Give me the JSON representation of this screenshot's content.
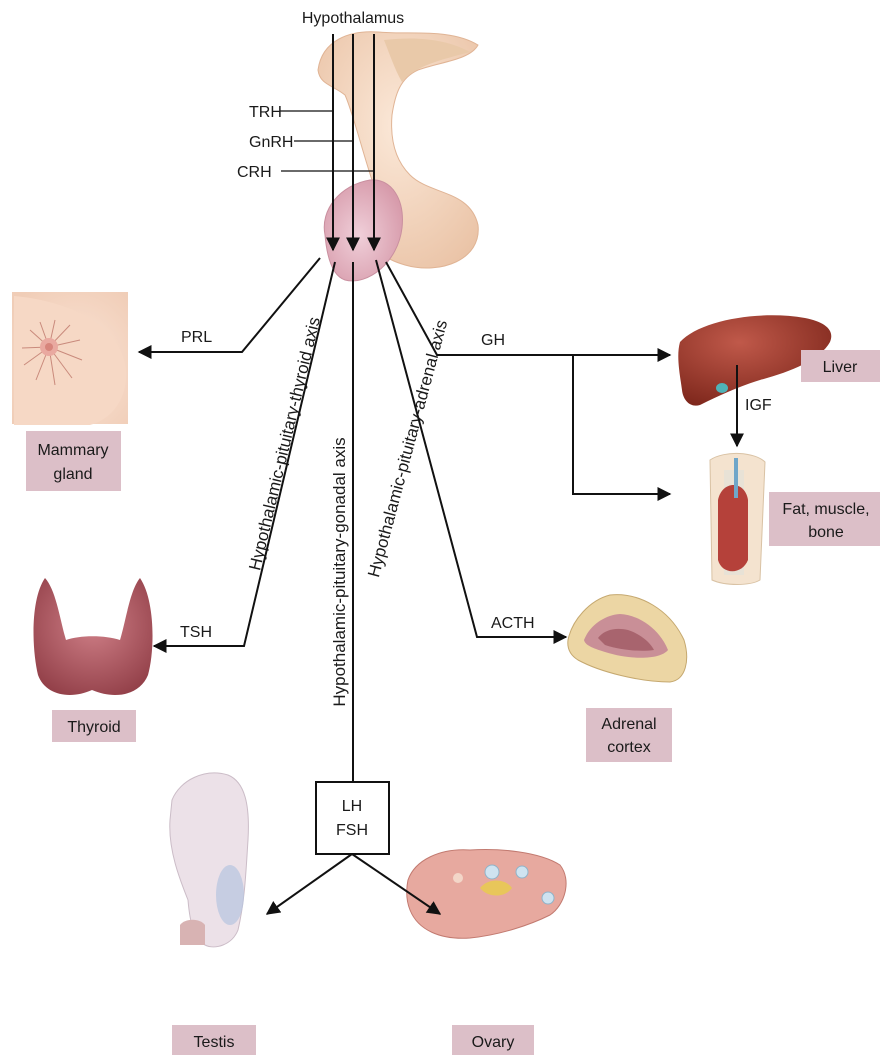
{
  "hypothalamus": "Hypothalamus",
  "releasing_hormones": [
    "TRH",
    "GnRH",
    "CRH"
  ],
  "pituitary_hormones": {
    "prl": "PRL",
    "tsh": "TSH",
    "gh": "GH",
    "igf": "IGF",
    "acth": "ACTH",
    "lh": "LH",
    "fsh": "FSH"
  },
  "axes": {
    "thyroid": "Hypothalamic-pituitary-thyroid axis",
    "gonadal": "Hypothalamic-pituitary-gonadal axis",
    "adrenal": "Hypothalamic-pituitary-adrenal axis"
  },
  "targets": {
    "mammary": [
      "Mammary",
      "gland"
    ],
    "thyroid": "Thyroid",
    "liver": "Liver",
    "fat": [
      "Fat, muscle,",
      "bone"
    ],
    "adrenal": [
      "Adrenal",
      "cortex"
    ],
    "testis": "Testis",
    "ovary": "Ovary"
  },
  "colors": {
    "label_box": "#dcbfc8",
    "pituitary": "#e3b6c3",
    "hypothalamus_tissue": "#f1d5bf",
    "liver": "#9c3b2c",
    "thyroid": "#b65f68"
  }
}
